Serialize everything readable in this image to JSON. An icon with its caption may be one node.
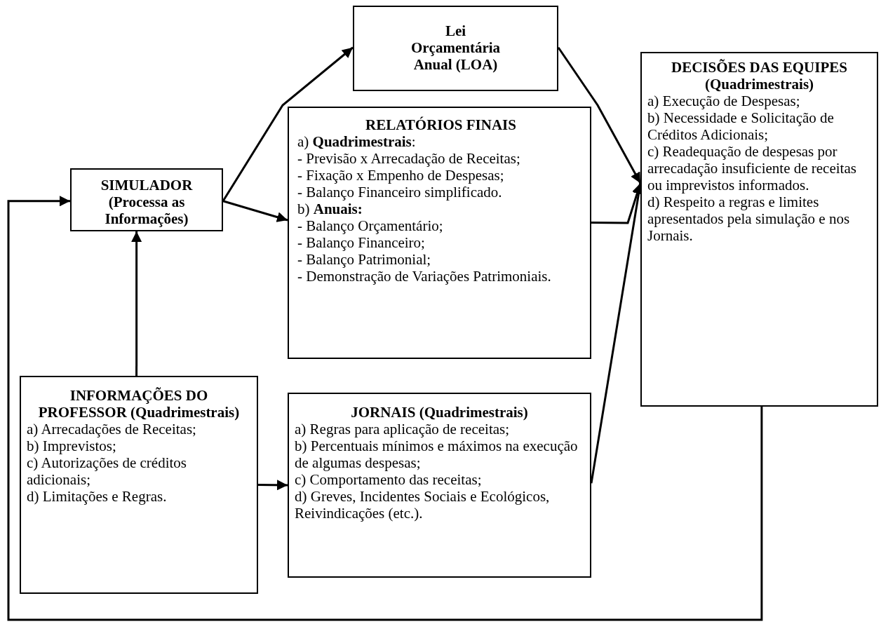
{
  "diagram": {
    "nodes": [
      {
        "text": [
          "Lei Orçamentária Anual (LOA)"
        ]
      },
      {
        "text": [
          "DECISÕES DAS EQUIPES (Quadrimestrais)",
          "a) Execução de Despesas;",
          "b) Necessidade e Solicitação de Créditos Adicionais;",
          "c) Readequação de despesas por arrecadação insuficiente de receitas ou imprevistos informados.",
          "d) Respeito a regras e limites apresentados pela simulação e nos Jornais."
        ]
      },
      {
        "text": [
          "RELATÓRIOS FINAIS",
          "a) **Quadrimestrais**:",
          "- Previsão x Arrecadação de Receitas;",
          "- Fixação x Empenho de Despesas;",
          "- Balanço Financeiro simplificado.",
          "b) **Anuais:**",
          "- Balanço Orçamentário;",
          "- Balanço Financeiro;",
          "- Balanço Patrimonial;",
          "- Demonstração de Variações Patrimoniais."
        ]
      },
      {
        "text": [
          "SIMULADOR (Processa as Informações)"
        ]
      },
      {
        "text": [
          "INFORMAÇÕES DO PROFESSOR (Quadrimestrais)",
          "a) Arrecadações de Receitas;",
          "b) Imprevistos;",
          "c) Autorizações de créditos adicionais;",
          "d) Limitações e Regras."
        ]
      },
      {
        "text": [
          "JORNAIS (Quadrimestrais)",
          "a) Regras para aplicação de receitas;",
          "b) Percentuais mínimos e máximos na execução de algumas despesas;",
          "c) Comportamento das receitas;",
          "d) Greves, Incidentes Sociais e Ecológicos, Reivindicações (etc.)."
        ]
      }
    ],
    "edges": [
      {
        "from": 3,
        "to": 0,
        "arrow": "to"
      },
      {
        "from": 0,
        "to": 1,
        "arrow": "to"
      },
      {
        "from": 3,
        "to": 2,
        "arrow": "to"
      },
      {
        "from": 2,
        "to": 1,
        "arrow": "to"
      },
      {
        "from": 5,
        "to": 1,
        "arrow": "to"
      },
      {
        "from": 4,
        "to": 3,
        "arrow": "to"
      },
      {
        "from": 4,
        "to": 5,
        "arrow": "to"
      },
      {
        "from": 1,
        "to": 3,
        "arrow": "to"
      }
    ]
  }
}
